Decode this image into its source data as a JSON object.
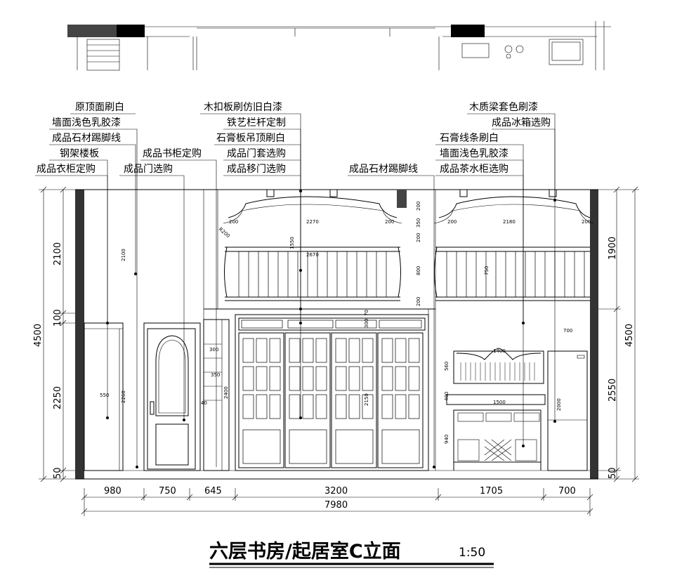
{
  "title": "六层书房/起居室C立面",
  "scale": "1:50",
  "callouts_left": [
    "原顶面刷白",
    "墙面浅色乳胶漆",
    "成品石材踢脚线",
    "钢架楼板",
    "成品衣柜定购"
  ],
  "callouts_left_mid": [
    "成品书柜定购",
    "成品门选购"
  ],
  "callouts_center": [
    "木扣板刷仿旧白漆",
    "铁艺栏杆定制",
    "石膏板吊顶刷白",
    "成品门套选购",
    "成品移门选购"
  ],
  "callout_center_right": "成品石材踢脚线",
  "callouts_right": [
    "木质梁套色刷漆",
    "成品冰箱选购",
    "石膏线条刷白",
    "墙面浅色乳胶漆",
    "成品茶水柜选购"
  ],
  "bottom_dims": [
    "980",
    "750",
    "645",
    "3200",
    "1705",
    "700"
  ],
  "total_dim": "7980",
  "left_dims": [
    "4500",
    "2100",
    "100",
    "2250",
    "50"
  ],
  "right_dims": [
    "4500",
    "1900",
    "2550",
    "50"
  ],
  "small_dims": {
    "arch_l_w": "2270",
    "arch_l_side": "200",
    "arch_l_side2": "200",
    "arch_l_r": "R200",
    "arch_l_inner": "2670",
    "arch_l_h": "1550",
    "arch_r_w": "2180",
    "arch_r_side": "200",
    "arch_r_side2": "200",
    "arch_r_h": "750",
    "v200a": "200",
    "v350": "350",
    "v200b": "200",
    "v800": "800",
    "v200c": "200",
    "wardrobe_w": "550",
    "wardrobe_h": "2260",
    "room_h": "2100",
    "shelf_300": "300",
    "shelf_350": "350",
    "shelf_40": "40",
    "shelf_2400": "2400",
    "door_300": "300",
    "door_70": "70",
    "door_2150": "2150",
    "cab_1400": "1400",
    "cab_560": "560",
    "cab_400": "400",
    "cab_1500": "1500",
    "cab_940": "940",
    "fridge_700": "700",
    "fridge_2000": "2000"
  }
}
